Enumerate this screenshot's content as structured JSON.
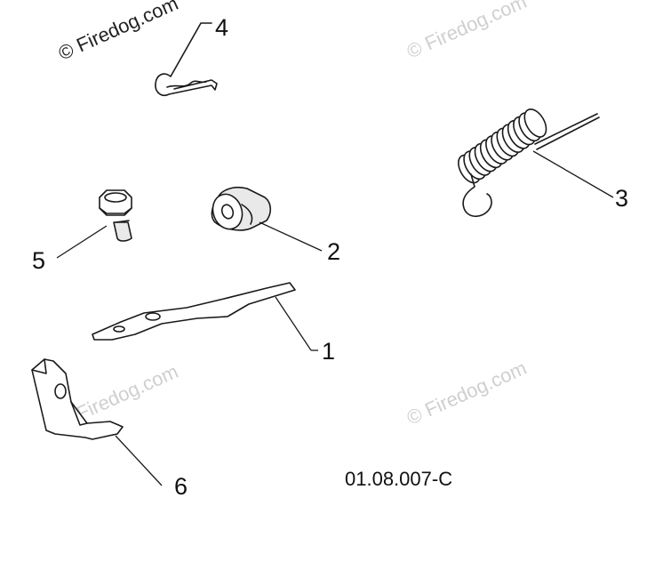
{
  "callouts": {
    "c1": "1",
    "c2": "2",
    "c3": "3",
    "c4": "4",
    "c5": "5",
    "c6": "6"
  },
  "diagram_code": "01.08.007-C",
  "watermarks": {
    "top_left": "© Firedog.com",
    "top_right": "© Firedog.com",
    "mid_left": "© Firedog.com",
    "mid_right": "© Firedog.com"
  },
  "colors": {
    "line": "#1a1a1a",
    "watermark": "#cfcfcf",
    "background": "#ffffff"
  }
}
